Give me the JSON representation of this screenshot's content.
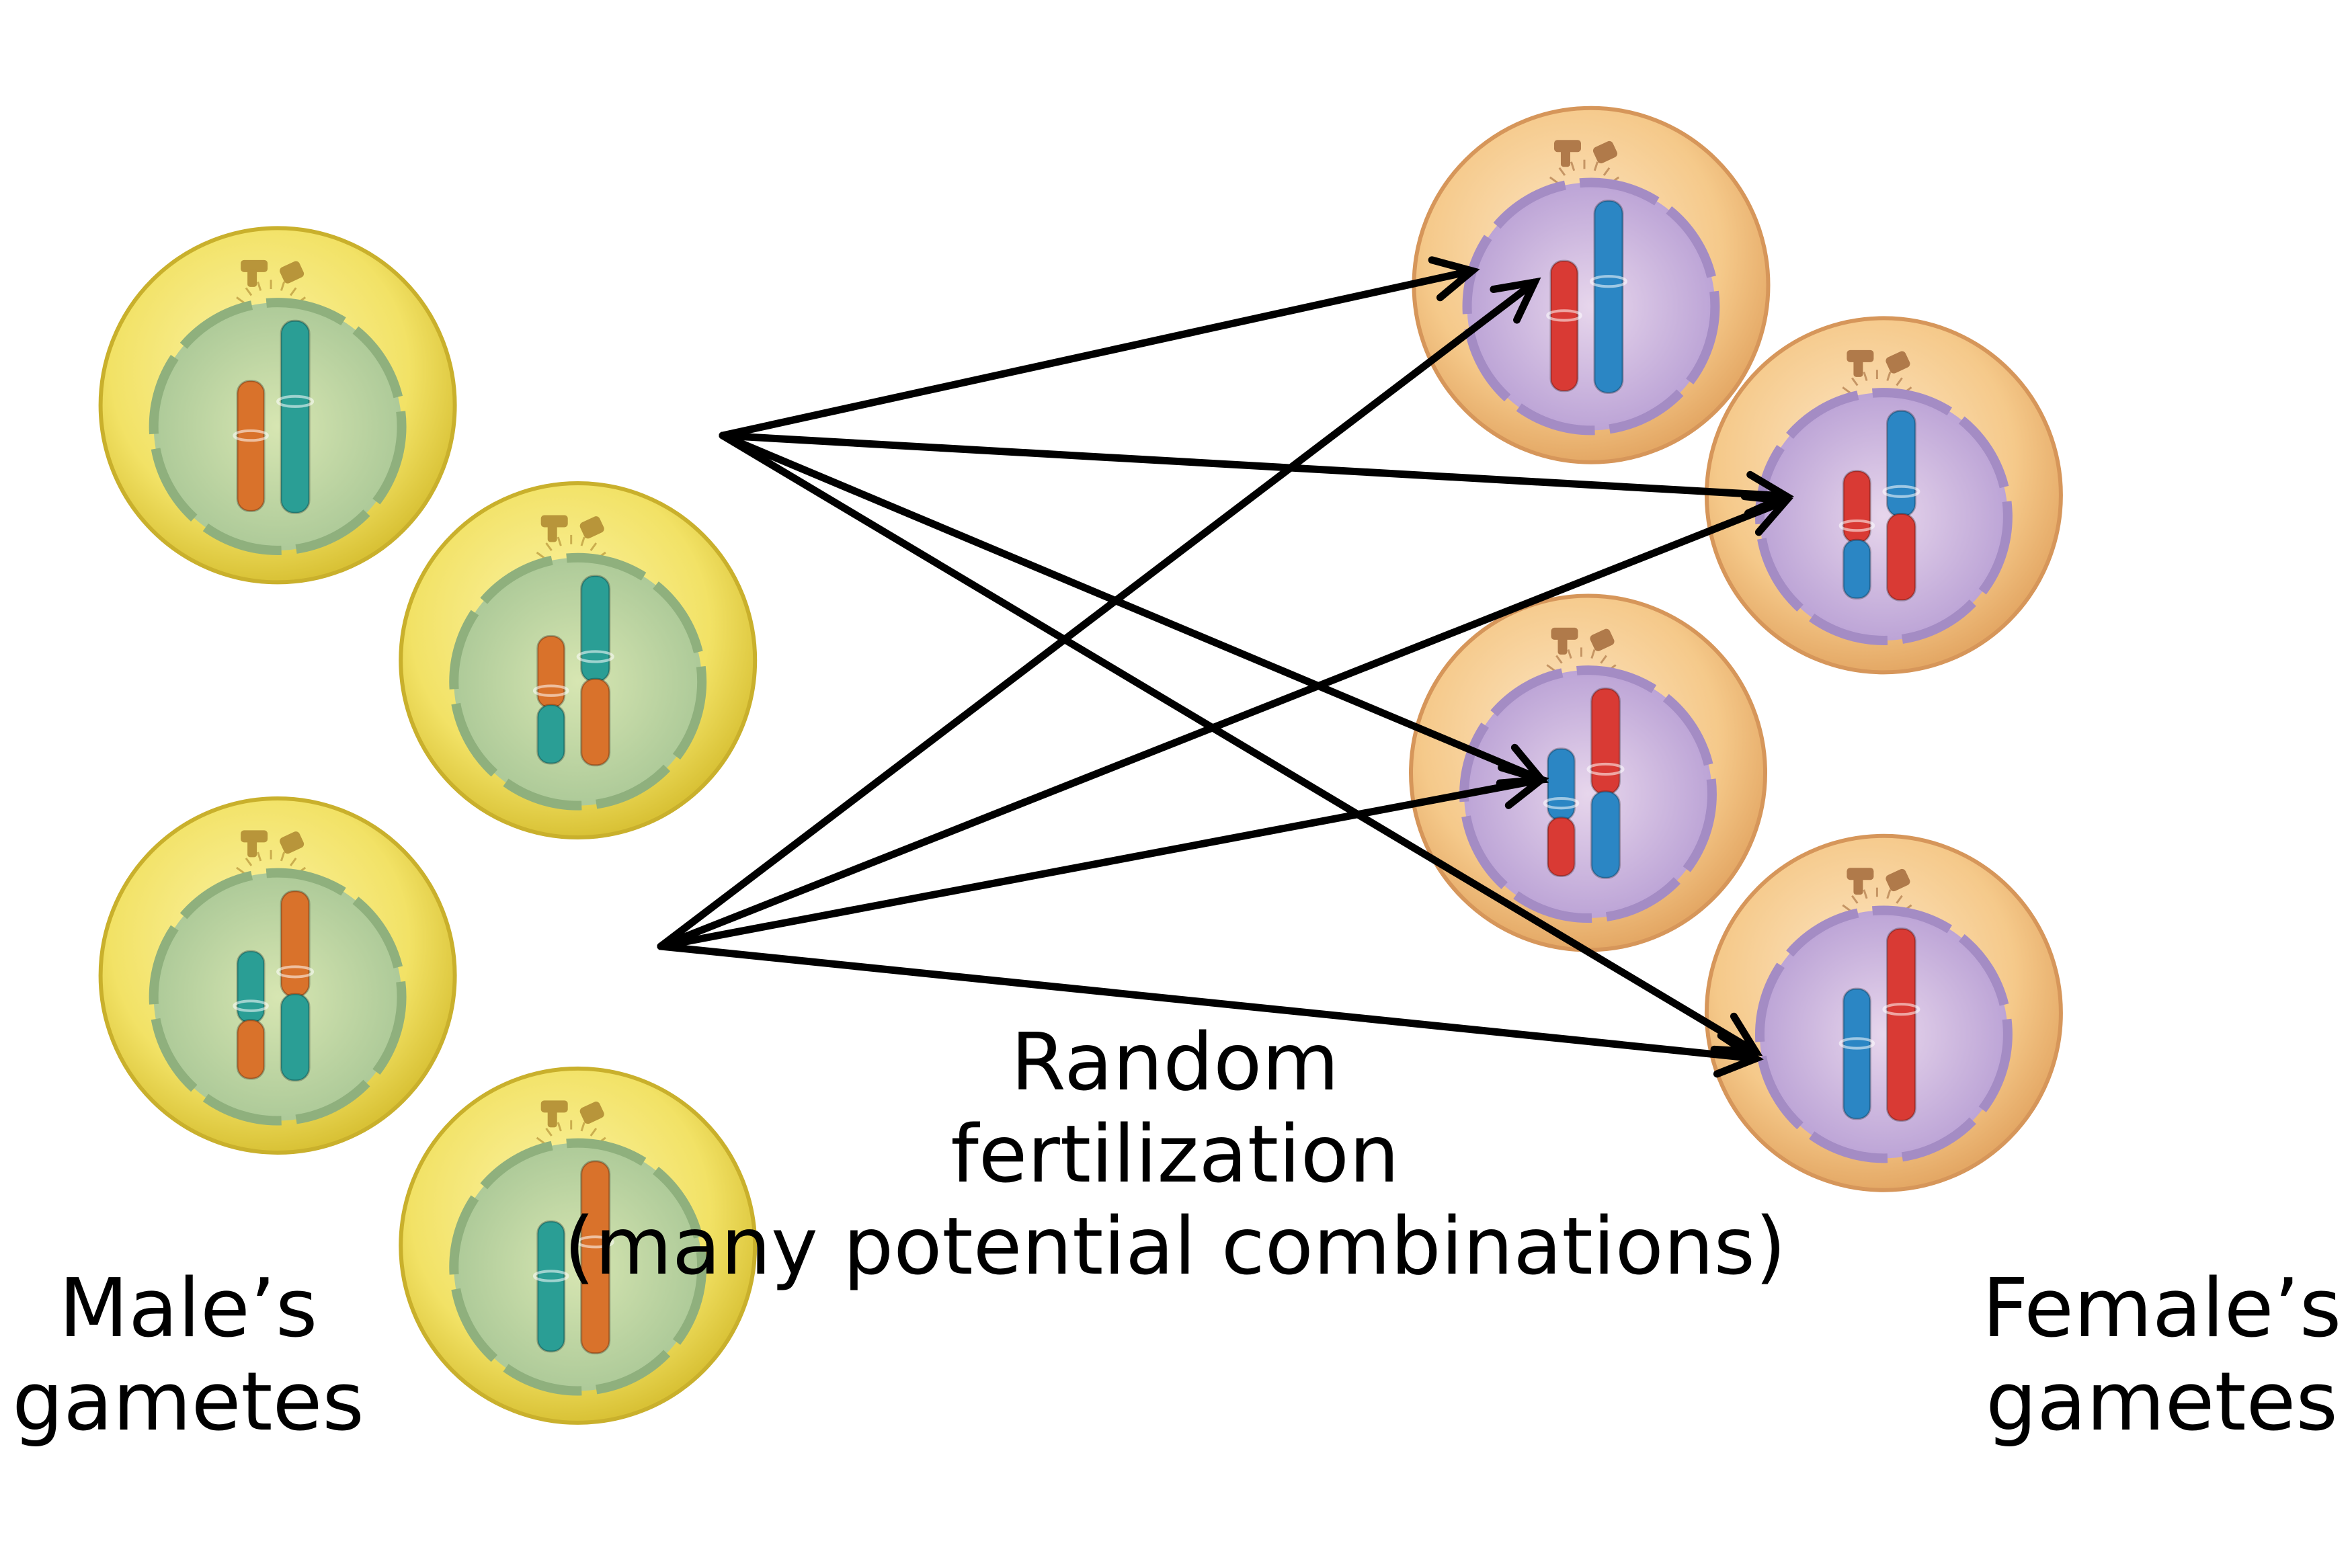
{
  "labels": {
    "center_line1": "Random",
    "center_line2": "fertilization",
    "center_line3": "(many potential combinations)",
    "male_line1": "Male’s",
    "male_line2": "gametes",
    "female_line1": "Female’s",
    "female_line2": "gametes"
  },
  "colors": {
    "male_cell": "#f2e266",
    "female_cell": "#f5c98a",
    "male_nucleus": "#b7d2a0",
    "female_nucleus": "#c6aee0",
    "chromosome_orange": "#d9722b",
    "chromosome_teal": "#2a9e95",
    "chromosome_red": "#d93a34",
    "chromosome_blue": "#2b86c4",
    "arrow": "#000000"
  },
  "male_gametes": [
    {
      "name": "male-gamete-1",
      "short": "orange",
      "long": "teal"
    },
    {
      "name": "male-gamete-2",
      "short": "orange-teal",
      "long": "teal-orange"
    },
    {
      "name": "male-gamete-3",
      "short": "teal-orange",
      "long": "orange-teal"
    },
    {
      "name": "male-gamete-4",
      "short": "teal",
      "long": "orange"
    }
  ],
  "female_gametes": [
    {
      "name": "female-gamete-1",
      "short": "red",
      "long": "blue"
    },
    {
      "name": "female-gamete-2",
      "short": "red-blue",
      "long": "blue-red"
    },
    {
      "name": "female-gamete-3",
      "short": "blue-red",
      "long": "red-blue"
    },
    {
      "name": "female-gamete-4",
      "short": "blue",
      "long": "red"
    }
  ],
  "fertilization_arrows": [
    {
      "from": "male-gamete-2",
      "to": "female-gamete-1"
    },
    {
      "from": "male-gamete-2",
      "to": "female-gamete-2"
    },
    {
      "from": "male-gamete-2",
      "to": "female-gamete-3"
    },
    {
      "from": "male-gamete-2",
      "to": "female-gamete-4"
    },
    {
      "from": "male-gamete-4",
      "to": "female-gamete-1"
    },
    {
      "from": "male-gamete-4",
      "to": "female-gamete-2"
    },
    {
      "from": "male-gamete-4",
      "to": "female-gamete-3"
    },
    {
      "from": "male-gamete-4",
      "to": "female-gamete-4"
    }
  ]
}
